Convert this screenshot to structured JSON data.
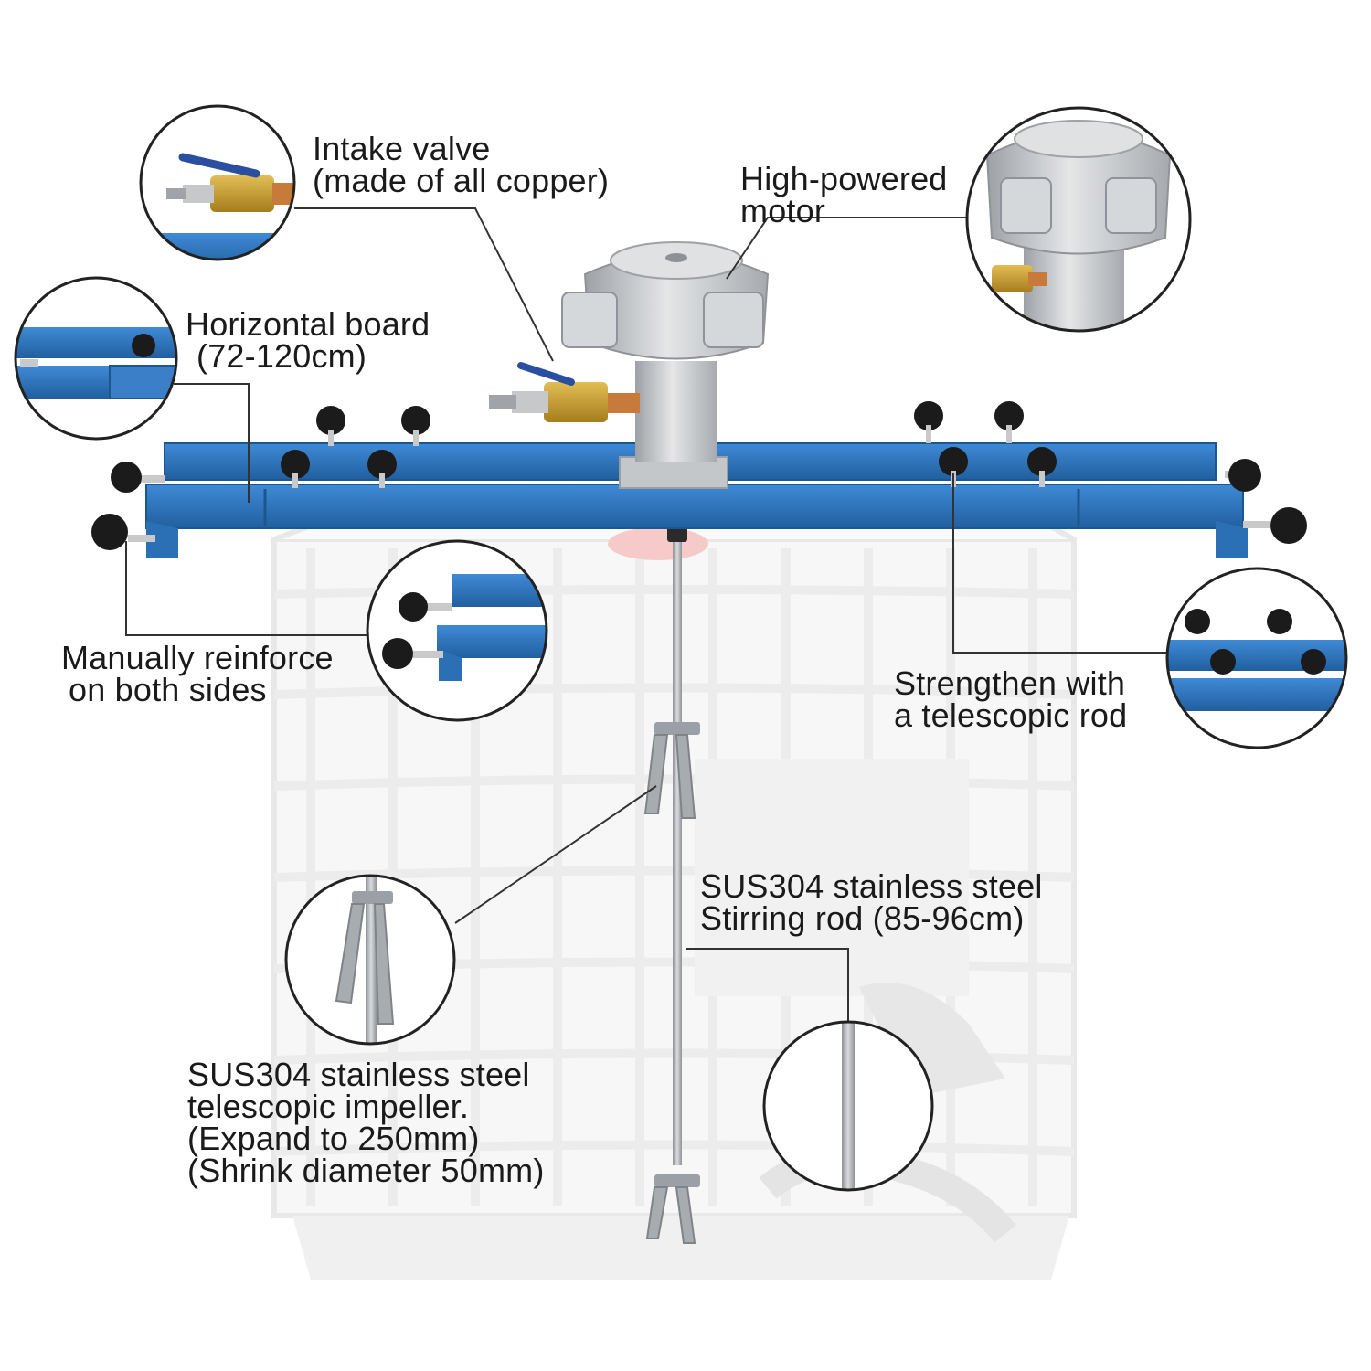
{
  "labels": {
    "intake_valve": {
      "line1": "Intake valve",
      "line2": "(made of all copper)"
    },
    "motor": {
      "line1": "High-powered",
      "line2": "motor"
    },
    "horizontal_board": {
      "line1": "Horizontal board",
      "line2": "(72-120cm)"
    },
    "manual_reinforce": {
      "line1": "Manually reinforce",
      "line2": "on both sides"
    },
    "telescopic_rod": {
      "line1": "Strengthen with",
      "line2": "a telescopic rod"
    },
    "stirring_rod": {
      "line1": "SUS304 stainless steel",
      "line2": "Stirring rod (85-96cm)"
    },
    "impeller": {
      "line1": "SUS304 stainless steel",
      "line2": "telescopic impeller.",
      "line3": "(Expand to 250mm)",
      "line4": "(Shrink diameter 50mm)"
    }
  },
  "colors": {
    "frame_blue": "#2f77c4",
    "frame_blue_dark": "#1f5e9e",
    "motor_silver": "#c9ccd0",
    "brass": "#c9a035",
    "tank_gray": "#e8e8e8",
    "knob_black": "#1b1b1b",
    "leader_line": "#333333"
  }
}
